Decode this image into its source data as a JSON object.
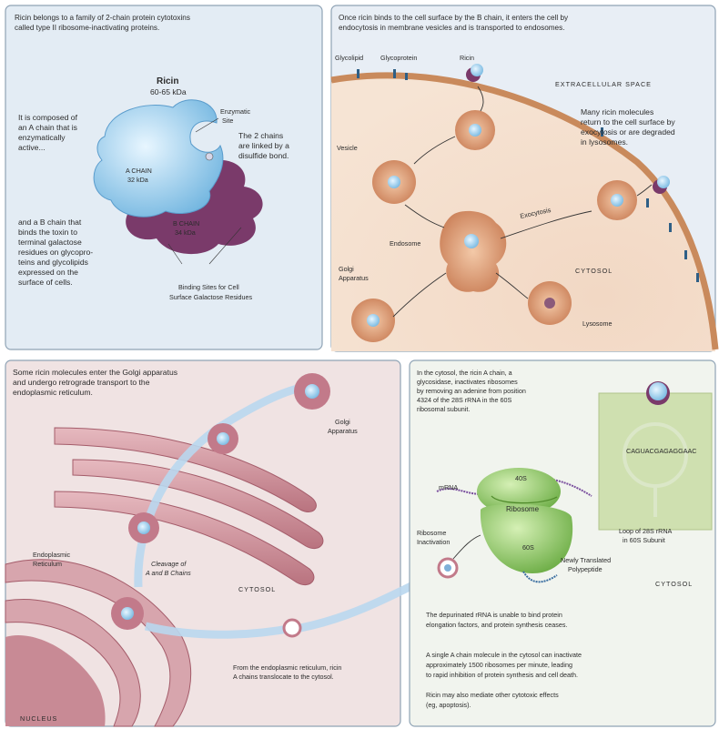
{
  "panel1": {
    "intro": [
      "Ricin belongs to a family of 2-chain protein cytotoxins",
      "called type II ribosome-inactivating proteins."
    ],
    "ricin_title": "Ricin",
    "ricin_size": "60-65 kDa",
    "a_chain_text": [
      "It is composed of",
      "an A chain that is",
      "enzymatically",
      "active..."
    ],
    "enzymatic_site": [
      "Enzymatic",
      "Site"
    ],
    "disulfide": [
      "The 2 chains",
      "are linked by a",
      "disulfide bond."
    ],
    "a_chain_label": [
      "A CHAIN",
      "32 kDa"
    ],
    "b_chain_label": [
      "B CHAIN",
      "34 kDa"
    ],
    "b_chain_text": [
      "and a B chain that",
      "binds the toxin to",
      "terminal galactose",
      "residues on glycopro-",
      "teins and glycolipids",
      "expressed on the",
      "surface of cells."
    ],
    "binding_sites": [
      "Binding Sites for Cell",
      "Surface Galactose Residues"
    ]
  },
  "panel2": {
    "intro": [
      "Once ricin binds to the cell surface by the B chain, it enters the cell by",
      "endocytosis in membrane vesicles and is transported to endosomes."
    ],
    "glycolipid": "Glycolipid",
    "glycoprotein": "Glycoprotein",
    "ricin": "Ricin",
    "extracellular": "EXTRACELLULAR SPACE",
    "many_ricin": [
      "Many ricin molecules",
      "return to the cell surface by",
      "exocytosis or are degraded",
      "in lysosomes."
    ],
    "vesicle": "Vesicle",
    "endosome": "Endosome",
    "exocytosis": "Exocytosis",
    "cytosol": "CYTOSOL",
    "golgi": [
      "Golgi",
      "Apparatus"
    ],
    "lysosome": "Lysosome"
  },
  "panel3": {
    "intro": [
      "Some ricin molecules enter the Golgi apparatus",
      "and undergo retrograde transport to the",
      "endoplasmic reticulum."
    ],
    "golgi": [
      "Golgi",
      "Apparatus"
    ],
    "er": [
      "Endoplasmic",
      "Reticulum"
    ],
    "cleavage": [
      "Cleavage of",
      "A and B Chains"
    ],
    "cytosol": "CYTOSOL",
    "translocate": [
      "From the endoplasmic reticulum, ricin",
      "A chains translocate to the cytosol."
    ],
    "nucleus": "NUCLEUS"
  },
  "panel4": {
    "intro": [
      "In the cytosol, the ricin A chain, a",
      "glycosidase, inactivates ribosomes",
      "by removing an adenine from position",
      "4324 of the 28S rRNA in the 60S",
      "ribosomal subunit."
    ],
    "mrna": "mRNA",
    "ribosome_inactivation": [
      "Ribosome",
      "Inactivation"
    ],
    "ribosome": "Ribosome",
    "s40": "40S",
    "s60": "60S",
    "polypeptide": [
      "Newly Translated",
      "Polypeptide"
    ],
    "loop": [
      "Loop of 28S rRNA",
      "in 60S Subunit"
    ],
    "loop_seq": "CAGUACGAGAGGAAC",
    "cytosol": "CYTOSOL",
    "depurinated": [
      "The depurinated rRNA is unable to bind protein",
      "elongation factors, and protein synthesis ceases."
    ],
    "single_chain": [
      "A single A chain molecule in the cytosol can inactivate",
      "approximately 1500 ribosomes per minute, leading",
      "to rapid inhibition of protein synthesis and cell death."
    ],
    "apoptosis": [
      "Ricin may also mediate other cytotoxic effects",
      "(eg, apoptosis)."
    ]
  },
  "colors": {
    "panel_bg": "#e4ecf4",
    "membrane": "#c98a5c",
    "endosome": "#d9a07a",
    "ricin_a": "#8fc9ea",
    "ricin_b": "#7a3a6a",
    "ribosome": "#7dc04e",
    "er": "#c88a95"
  }
}
